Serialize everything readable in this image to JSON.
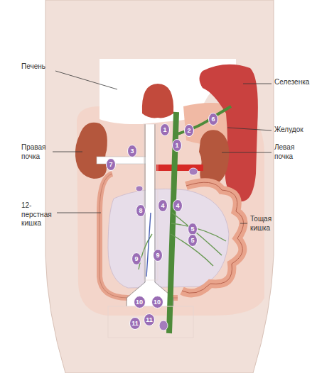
{
  "diagram": {
    "nodes": [
      {
        "text": [
          "6"
        ]
      },
      {
        "text": [
          "1"
        ]
      },
      {
        "text": [
          "2"
        ]
      },
      {
        "text": [
          "1"
        ]
      },
      {
        "text": [
          "3"
        ]
      },
      {
        "text": [
          "7"
        ]
      },
      {
        "text": [
          "4"
        ]
      },
      {
        "text": [
          "4"
        ]
      },
      {
        "text": [
          "8"
        ]
      },
      {
        "text": [
          "5"
        ]
      },
      {
        "text": [
          "5"
        ]
      },
      {
        "text": [
          "9"
        ]
      },
      {
        "text": [
          "9"
        ]
      },
      {
        "text": [
          "10"
        ]
      },
      {
        "text": [
          "10"
        ]
      },
      {
        "text": [
          "11"
        ]
      },
      {
        "text": [
          "11"
        ]
      }
    ],
    "labels": [
      "Печень",
      "Селезенка",
      "Желудок",
      "Правая почка",
      "Левая почка",
      "12- перстная кишка",
      "Тощая кишка"
    ]
  }
}
